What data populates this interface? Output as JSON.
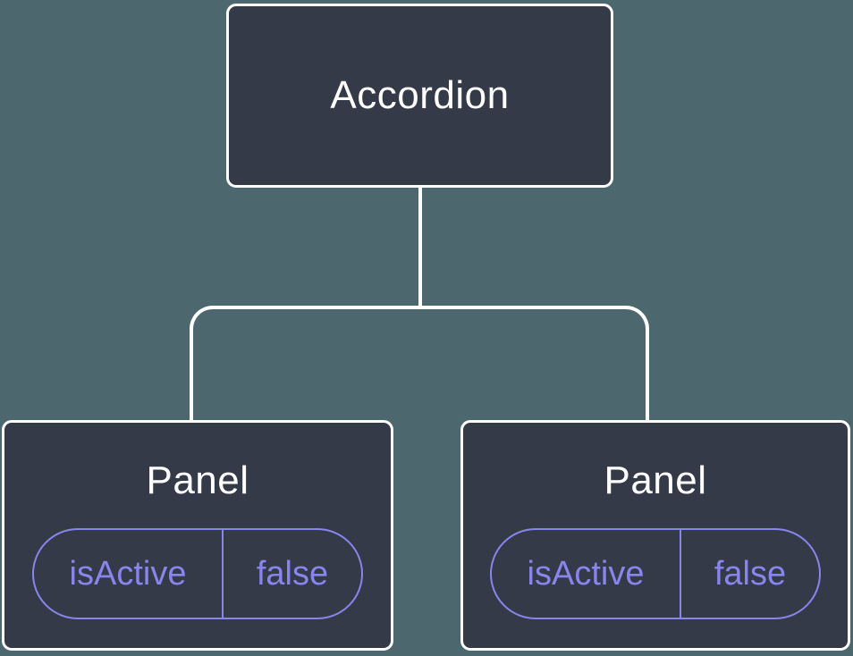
{
  "theme": {
    "background": "#4D676F",
    "node_fill": "#343A47",
    "node_border": "#FFFFFF",
    "connector": "#FFFFFF",
    "accent_purple": "#8885EC",
    "title_text": "#FFFFFF"
  },
  "diagram": {
    "type": "component-tree",
    "root": {
      "label": "Accordion"
    },
    "children": [
      {
        "label": "Panel",
        "state": {
          "key": "isActive",
          "value": "false"
        }
      },
      {
        "label": "Panel",
        "state": {
          "key": "isActive",
          "value": "false"
        }
      }
    ]
  }
}
